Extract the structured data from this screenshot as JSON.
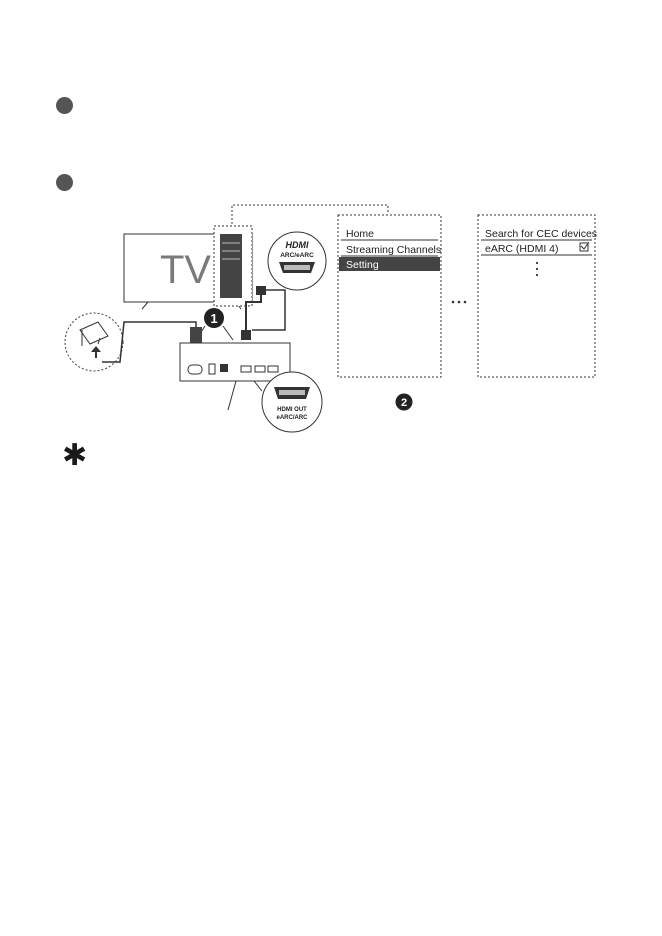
{
  "tv": {
    "label": "TV"
  },
  "hdmi_tv": {
    "logo": "HDMI",
    "port_label": "ARC/eARC"
  },
  "hdmi_bar": {
    "line1": "HDMI OUT",
    "line2": "eARC/ARC"
  },
  "steps": {
    "step1": "1",
    "step2": "2"
  },
  "menu1": {
    "items": [
      "Home",
      "Streaming Channels",
      "Setting"
    ],
    "selected_index": 2
  },
  "menu2": {
    "items": [
      "Search for CEC devices",
      "eARC (HDMI 4)"
    ],
    "checked_item": "eARC (HDMI 4)"
  },
  "icons": [
    "power-plug-icon",
    "checkbox-checked-icon",
    "ellipsis-icon",
    "vertical-dots-icon",
    "asterisk-note-icon"
  ]
}
